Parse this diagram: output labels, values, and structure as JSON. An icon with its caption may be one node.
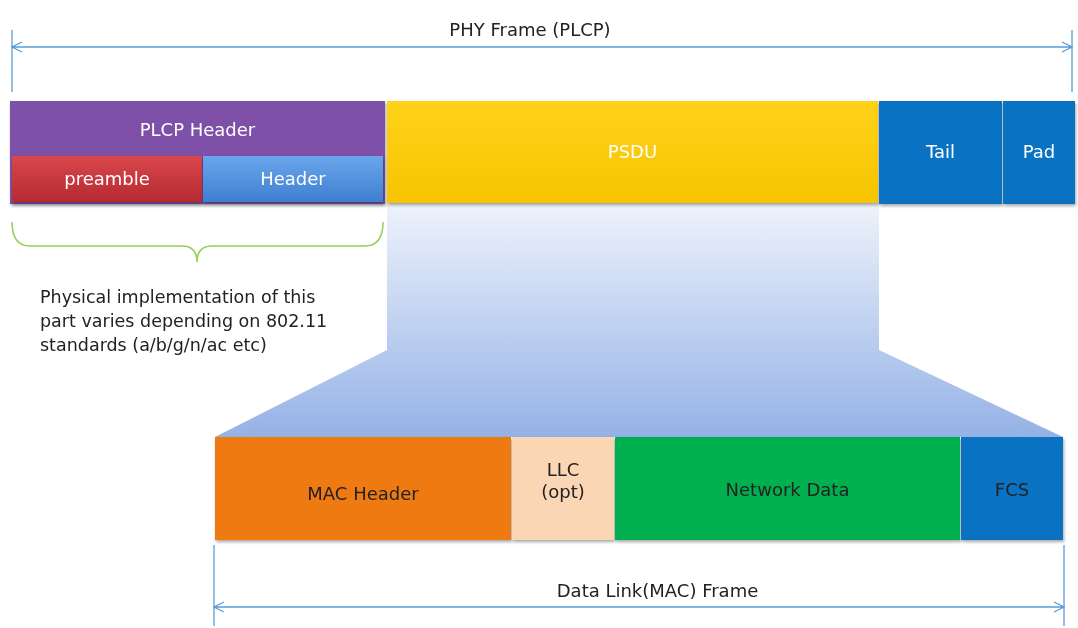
{
  "diagram": {
    "nodes": [
      {
        "text": [
          "PLCP Header"
        ]
      },
      {
        "text": [
          "preamble"
        ],
        "in": 0
      },
      {
        "text": [
          "Header"
        ],
        "in": 0
      },
      {
        "text": [
          "PSDU"
        ]
      },
      {
        "text": [
          "Tail"
        ]
      },
      {
        "text": [
          "Pad"
        ]
      },
      {
        "text": [
          "MAC Header"
        ]
      },
      {
        "text": [
          "LLC (opt)"
        ]
      },
      {
        "text": [
          "Network Data"
        ]
      },
      {
        "text": [
          "FCS"
        ]
      }
    ],
    "labels": [
      "PHY Frame (PLCP)",
      "Physical implementation of this part varies depending on 802.11 standards (a/b/g/n/ac etc)",
      "Data Link(MAC) Frame"
    ]
  }
}
